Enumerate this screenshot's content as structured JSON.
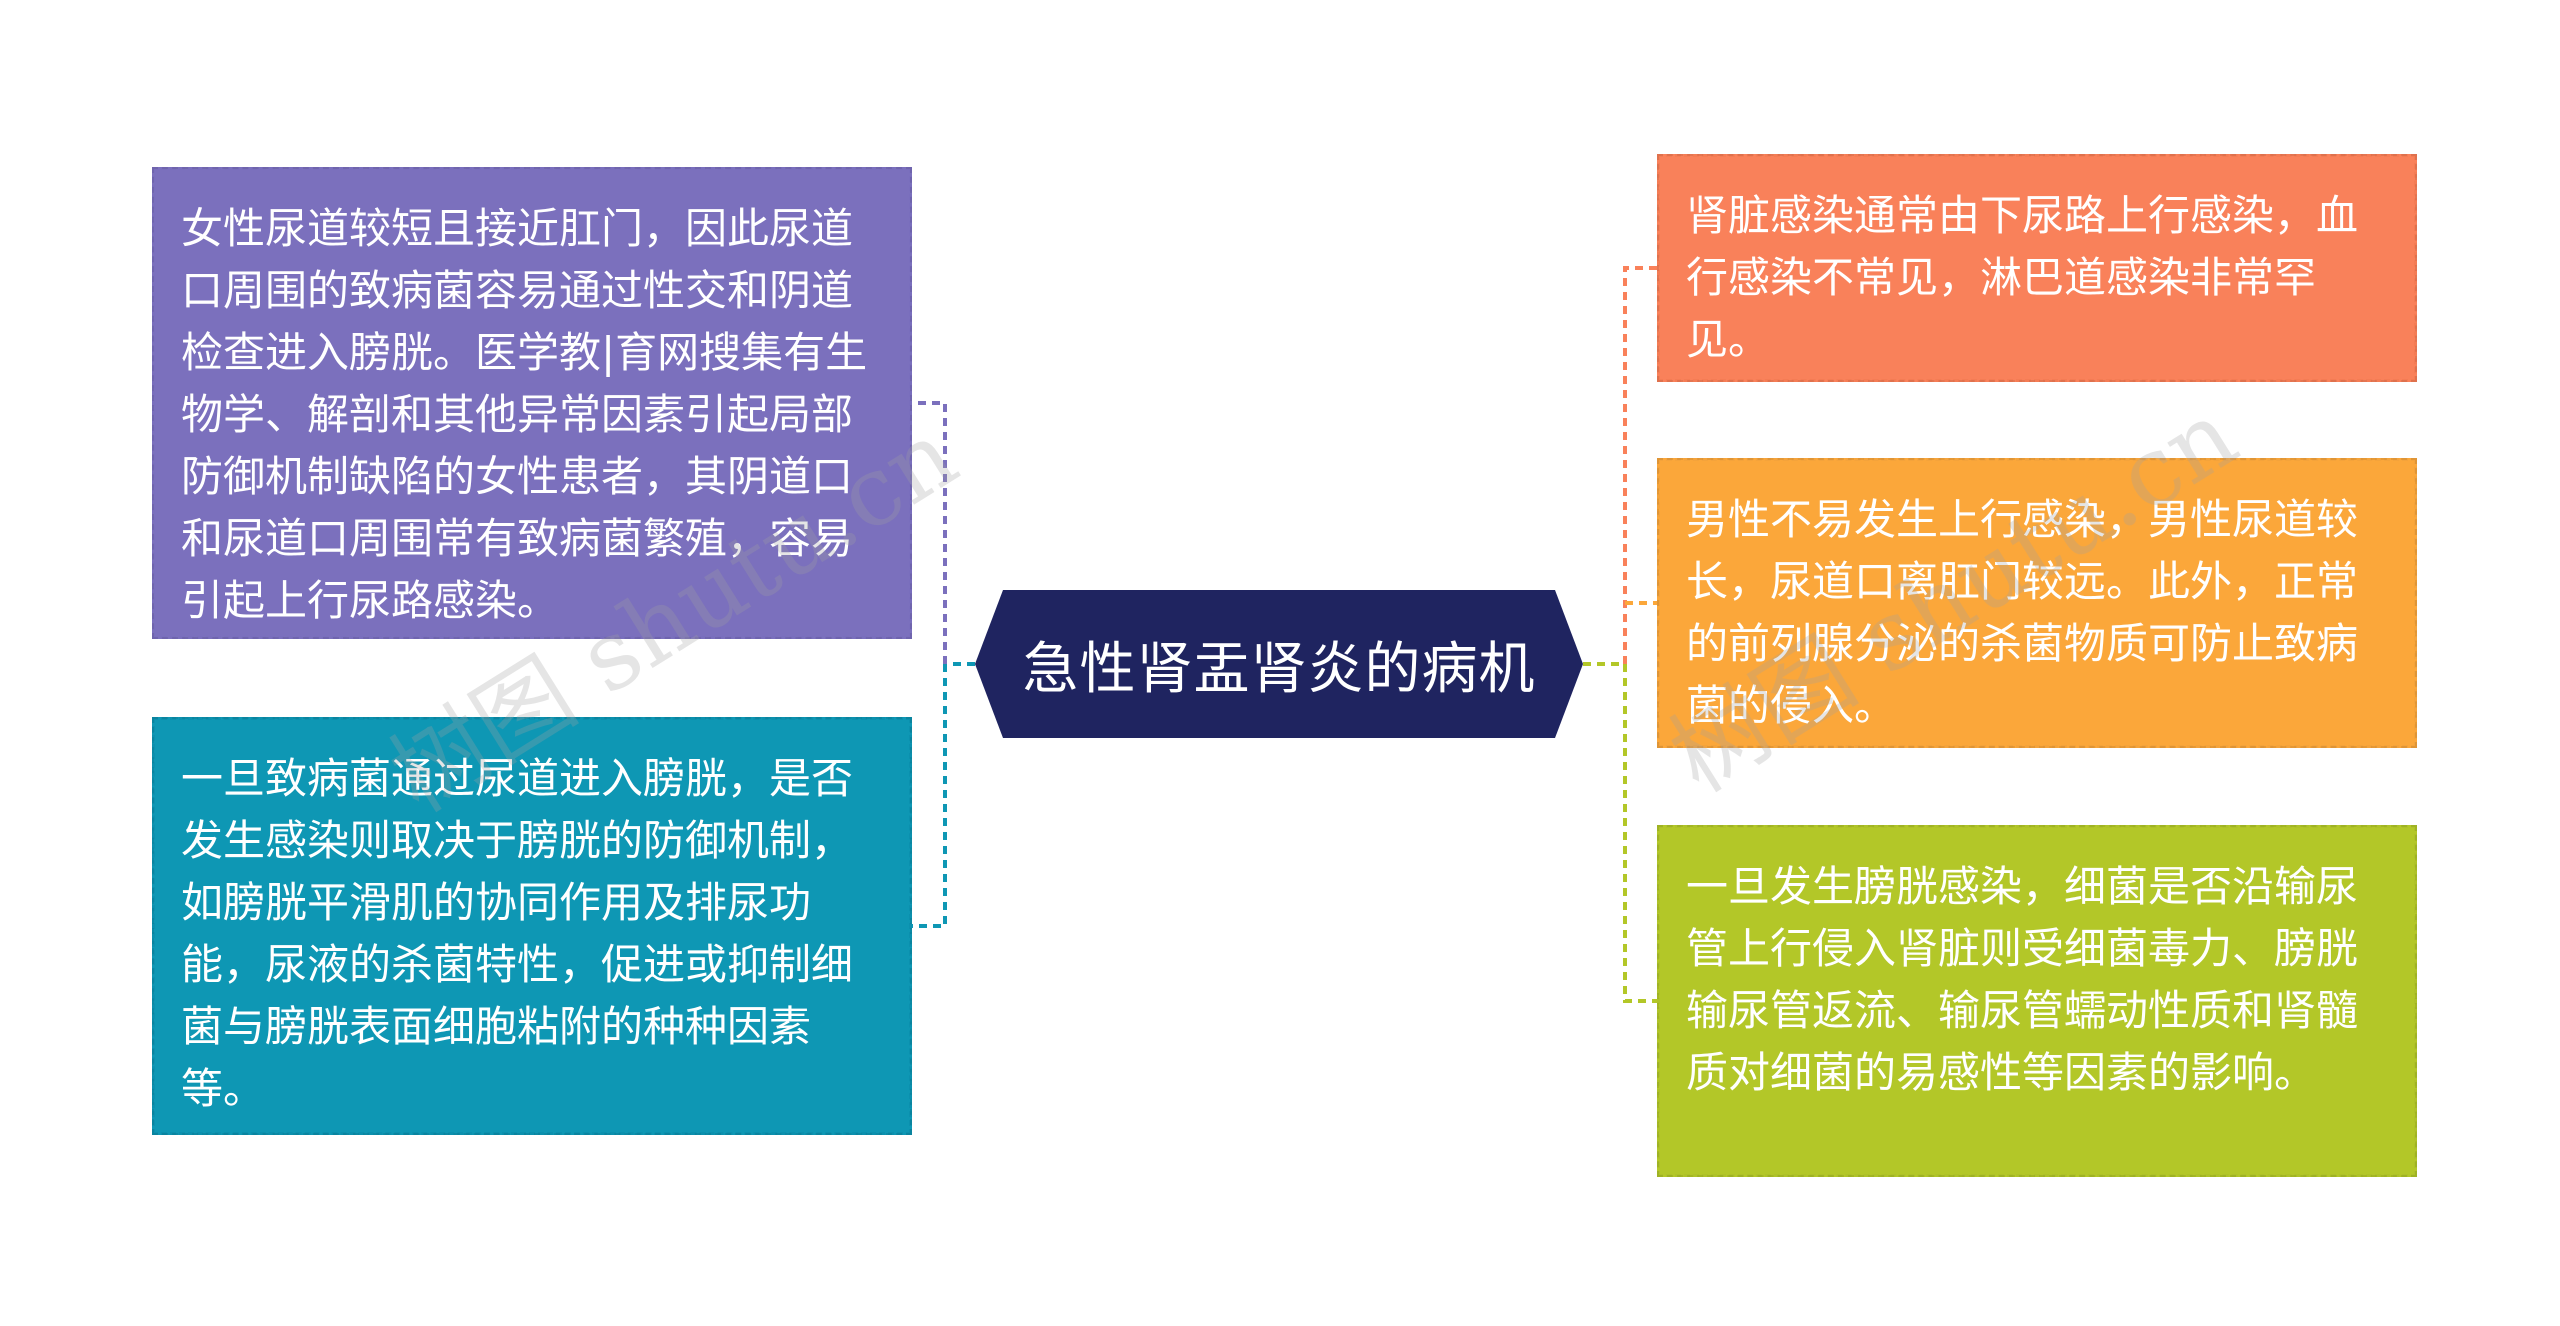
{
  "center": {
    "title": "急性肾盂肾炎的病机",
    "color": "#1f2460"
  },
  "left_nodes": [
    {
      "text": "女性尿道较短且接近肛门，因此尿道口周围的致病菌容易通过性交和阴道检查进入膀胱。医学教|育网搜集有生物学、解剖和其他异常因素引起局部防御机制缺陷的女性患者，其阴道口和尿道口周围常有致病菌繁殖，容易引起上行尿路感染。",
      "color": "#7b70bd"
    },
    {
      "text": "一旦致病菌通过尿道进入膀胱，是否发生感染则取决于膀胱的防御机制，如膀胱平滑肌的协同作用及排尿功能，尿液的杀菌特性，促进或抑制细菌与膀胱表面细胞粘附的种种因素等。",
      "color": "#0e97b4"
    }
  ],
  "right_nodes": [
    {
      "text": "肾脏感染通常由下尿路上行感染，血行感染不常见，淋巴道感染非常罕见。",
      "color": "#f9815a"
    },
    {
      "text": "男性不易发生上行感染，男性尿道较长，尿道口离肛门较远。此外，正常的前列腺分泌的杀菌物质可防止致病菌的侵入。",
      "color": "#fba73a"
    },
    {
      "text": "一旦发生膀胱感染，细菌是否沿输尿管上行侵入肾脏则受细菌毒力、膀胱输尿管返流、输尿管蠕动性质和肾髓质对细菌的易感性等因素的影响。",
      "color": "#b3c728"
    }
  ],
  "watermarks": [
    "树图 shutu.cn",
    "树图 shutu.cn"
  ]
}
